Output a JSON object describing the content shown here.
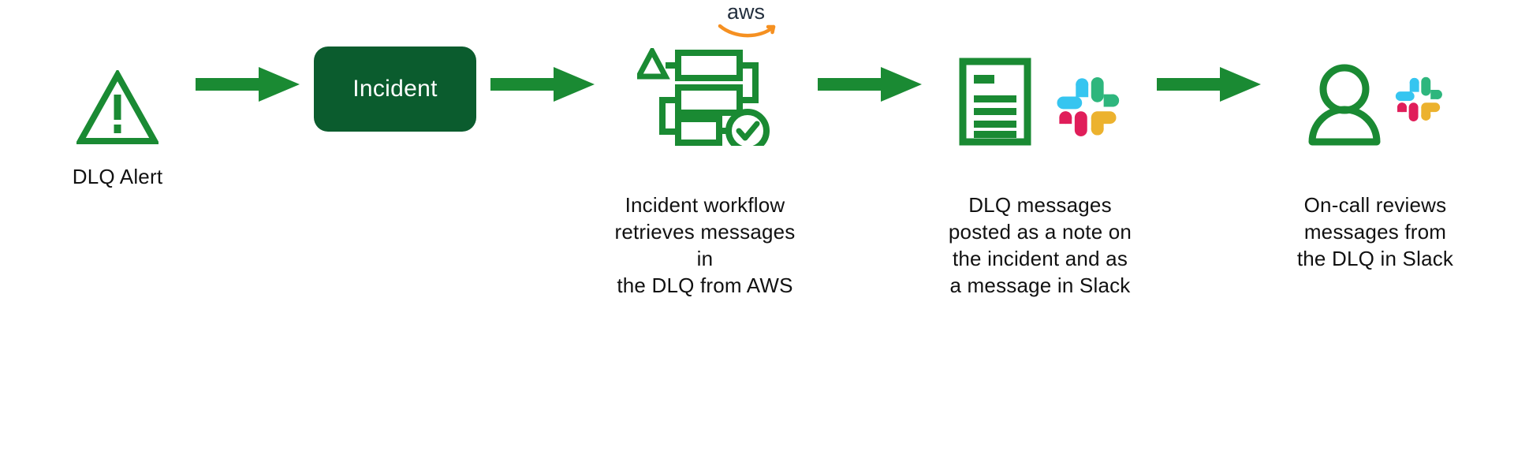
{
  "diagram": {
    "title": "DLQ Alert incident workflow",
    "background_color": "#FFFFFF",
    "palette": {
      "green": "#1A8A33",
      "dark_green": "#0B5C2E",
      "text": "#111111",
      "aws_text": "#232F3E",
      "aws_arrow": "#F59021",
      "slack_blue": "#36C5F0",
      "slack_green": "#2EB67D",
      "slack_yellow": "#ECB22E",
      "slack_red": "#E01E5A"
    },
    "steps": [
      {
        "id": "dlq-alert",
        "icon": "warning-triangle-icon",
        "caption": "DLQ Alert"
      },
      {
        "id": "incident",
        "icon": "incident-box",
        "box_label": "Incident",
        "caption": ""
      },
      {
        "id": "incident-workflow",
        "icon": "aws-workflow-icon",
        "badge": "aws-logo",
        "badge_text": "aws",
        "caption": "Incident workflow\nretrieves messages in\nthe DLQ from AWS"
      },
      {
        "id": "dlq-messages-posted",
        "icon": "document-icon",
        "secondary_icon": "slack-logo-icon",
        "caption": "DLQ messages\nposted as a note on\nthe incident and as\na message in Slack"
      },
      {
        "id": "on-call-reviews",
        "icon": "person-icon",
        "secondary_icon": "slack-logo-icon",
        "caption": "On-call reviews\nmessages from\nthe DLQ in Slack"
      }
    ],
    "arrows": [
      {
        "id": "arrow-1",
        "from": "dlq-alert",
        "to": "incident",
        "direction": "right"
      },
      {
        "id": "arrow-2",
        "from": "incident",
        "to": "incident-workflow",
        "direction": "right"
      },
      {
        "id": "arrow-3",
        "from": "incident-workflow",
        "to": "dlq-messages-posted",
        "direction": "right"
      },
      {
        "id": "arrow-4",
        "from": "dlq-messages-posted",
        "to": "on-call-reviews",
        "direction": "right"
      }
    ]
  }
}
